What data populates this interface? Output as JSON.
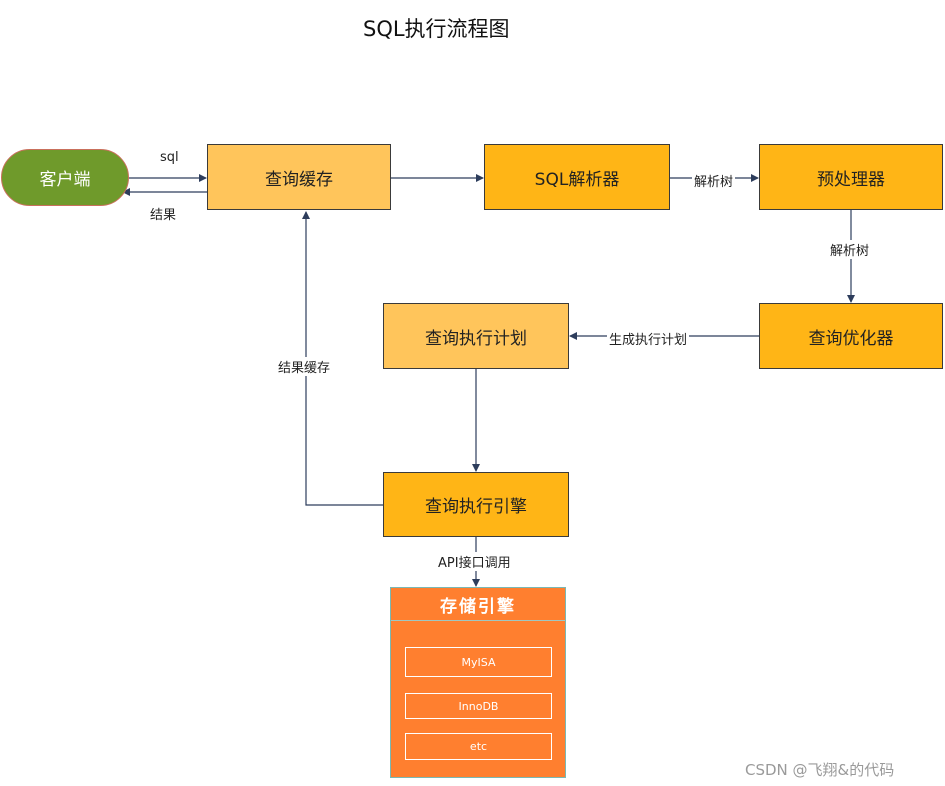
{
  "title": "SQL执行流程图",
  "nodes": {
    "client": "客户端",
    "query_cache": "查询缓存",
    "sql_parser": "SQL解析器",
    "preprocessor": "预处理器",
    "query_optimizer": "查询优化器",
    "execution_plan": "查询执行计划",
    "execution_engine": "查询执行引擎"
  },
  "edge_labels": {
    "sql": "sql",
    "result": "结果",
    "parse_tree_1": "解析树",
    "parse_tree_2": "解析树",
    "generate_plan": "生成执行计划",
    "result_cache": "结果缓存",
    "api_call": "API接口调用"
  },
  "storage": {
    "title": "存储引擎",
    "engines": [
      "MyISA",
      "InnoDB",
      "etc"
    ]
  },
  "watermark": "CSDN @飞翔&的代码",
  "colors": {
    "client": "#6f9a2b",
    "light_box": "#ffc55b",
    "dark_box": "#ffb516",
    "storage": "#ff7f2f",
    "arrow": "#2d3d5c"
  }
}
